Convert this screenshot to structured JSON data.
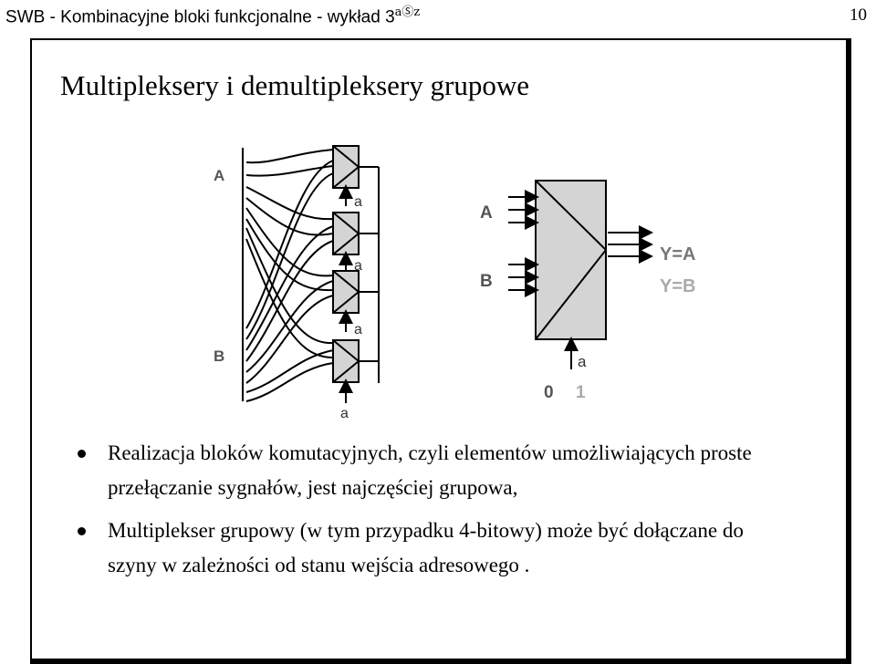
{
  "header": {
    "title": "SWB - Kombinacyjne bloki funkcjonalne - wykład 3",
    "superscript": "aⓈz",
    "page_number": "10"
  },
  "slide": {
    "title": "Multipleksery i demultipleksery grupowe"
  },
  "diagram": {
    "left": {
      "input_a": "A",
      "input_b": "B",
      "control": "a"
    },
    "right": {
      "input_a": "A",
      "input_b": "B",
      "output_1": "Y=A",
      "output_2": "Y=B",
      "control": "a",
      "state_0": "0",
      "state_1": "1"
    }
  },
  "bullets": [
    "Realizacja bloków komutacyjnych, czyli elementów umożliwiających proste przełączanie sygnałów, jest najczęściej grupowa,",
    "Multiplekser grupowy (w tym przypadku 4-bitowy) może być dołączane do szyny w zależności od stanu wejścia adresowego ."
  ]
}
